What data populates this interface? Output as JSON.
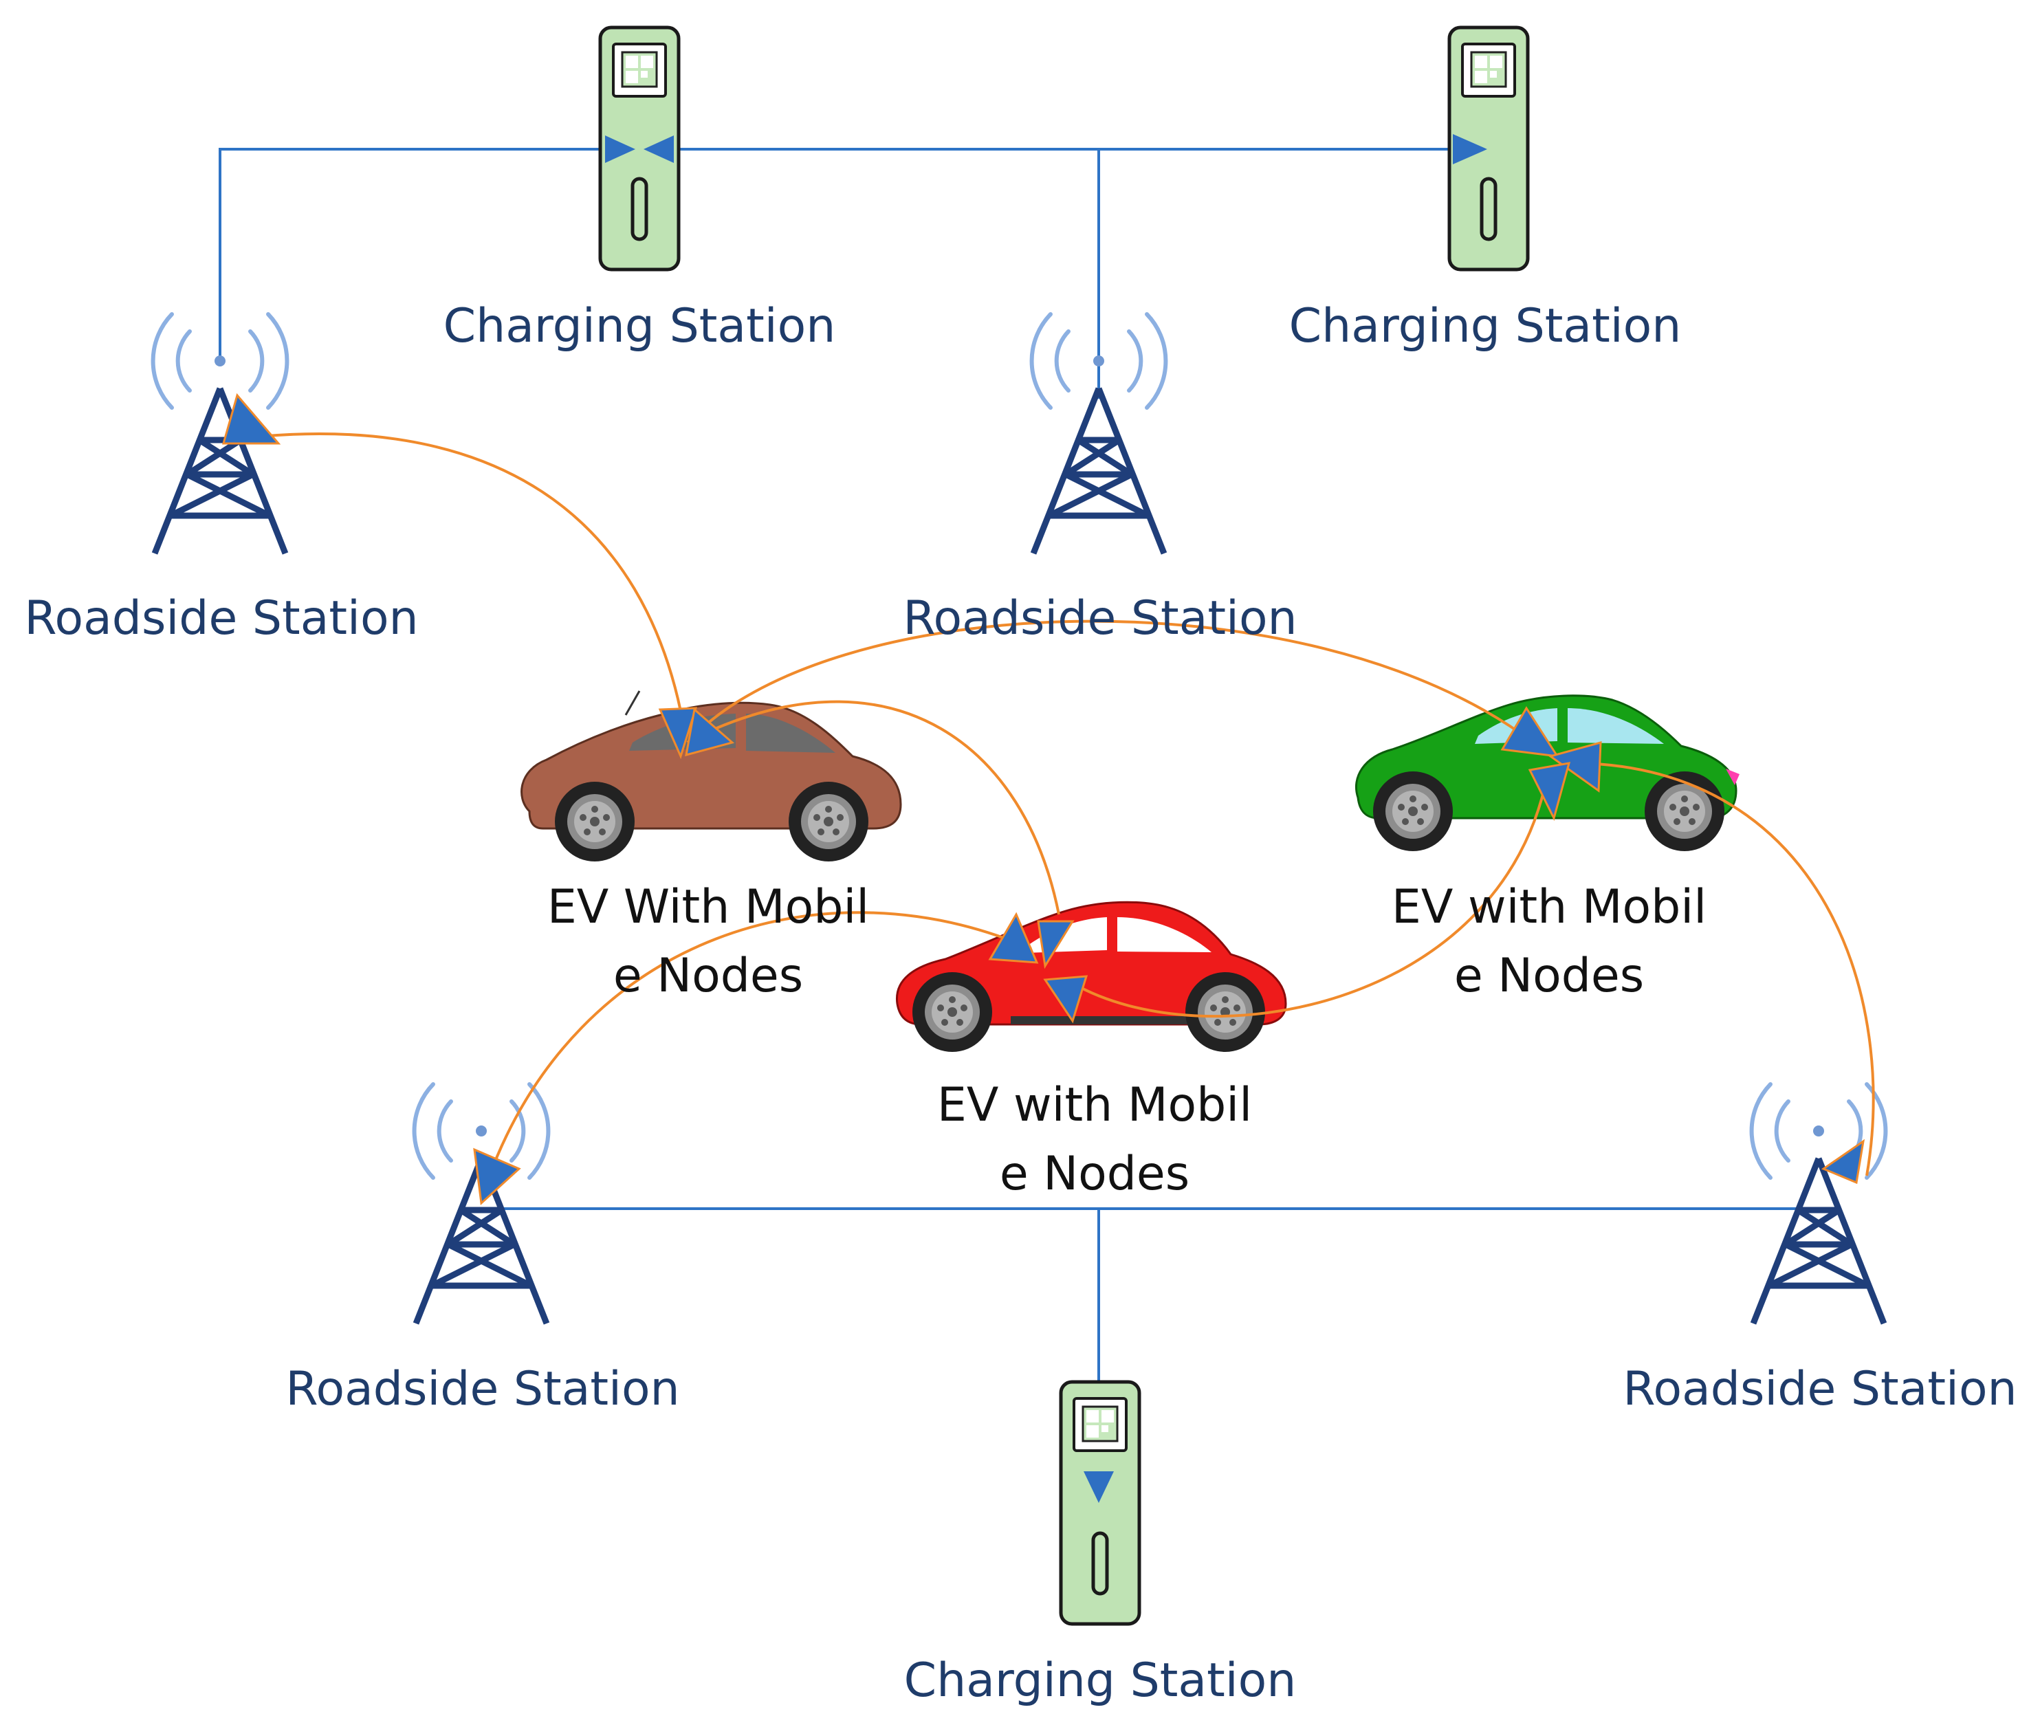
{
  "colors": {
    "backbone_link": "#2e74c6",
    "wireless_link": "#f08a2b",
    "arrow_fill": "#2e6fc2",
    "tower": "#1f3e7a",
    "signal_waves": "#8cb0e2",
    "charger_body": "#bfe3b4",
    "label_blue": "#1f3c6a",
    "label_black": "#111111",
    "car_brown": "#a9614a",
    "car_red": "#ee1b1b",
    "car_green": "#16a116"
  },
  "icons": {
    "roadside_station": "radio-tower-icon",
    "charging_station": "ev-charger-icon",
    "electric_vehicle": "car-icon"
  },
  "charging_stations": [
    {
      "id": "cs-top-left",
      "label": "Charging Station"
    },
    {
      "id": "cs-top-right",
      "label": "Charging Station"
    },
    {
      "id": "cs-bottom",
      "label": "Charging Station"
    }
  ],
  "roadside_stations": [
    {
      "id": "rs-top-left",
      "label": "Roadside Station"
    },
    {
      "id": "rs-top-center",
      "label": "Roadside Station"
    },
    {
      "id": "rs-bottom-left",
      "label": "Roadside Station"
    },
    {
      "id": "rs-bottom-right",
      "label": "Roadside Station"
    }
  ],
  "vehicles": [
    {
      "id": "ev-brown",
      "label_line1": "EV With Mobil",
      "label_line2": "e Nodes"
    },
    {
      "id": "ev-green",
      "label_line1": "EV with Mobil",
      "label_line2": "e Nodes"
    },
    {
      "id": "ev-red",
      "label_line1": "EV with Mobil",
      "label_line2": "e Nodes"
    }
  ]
}
